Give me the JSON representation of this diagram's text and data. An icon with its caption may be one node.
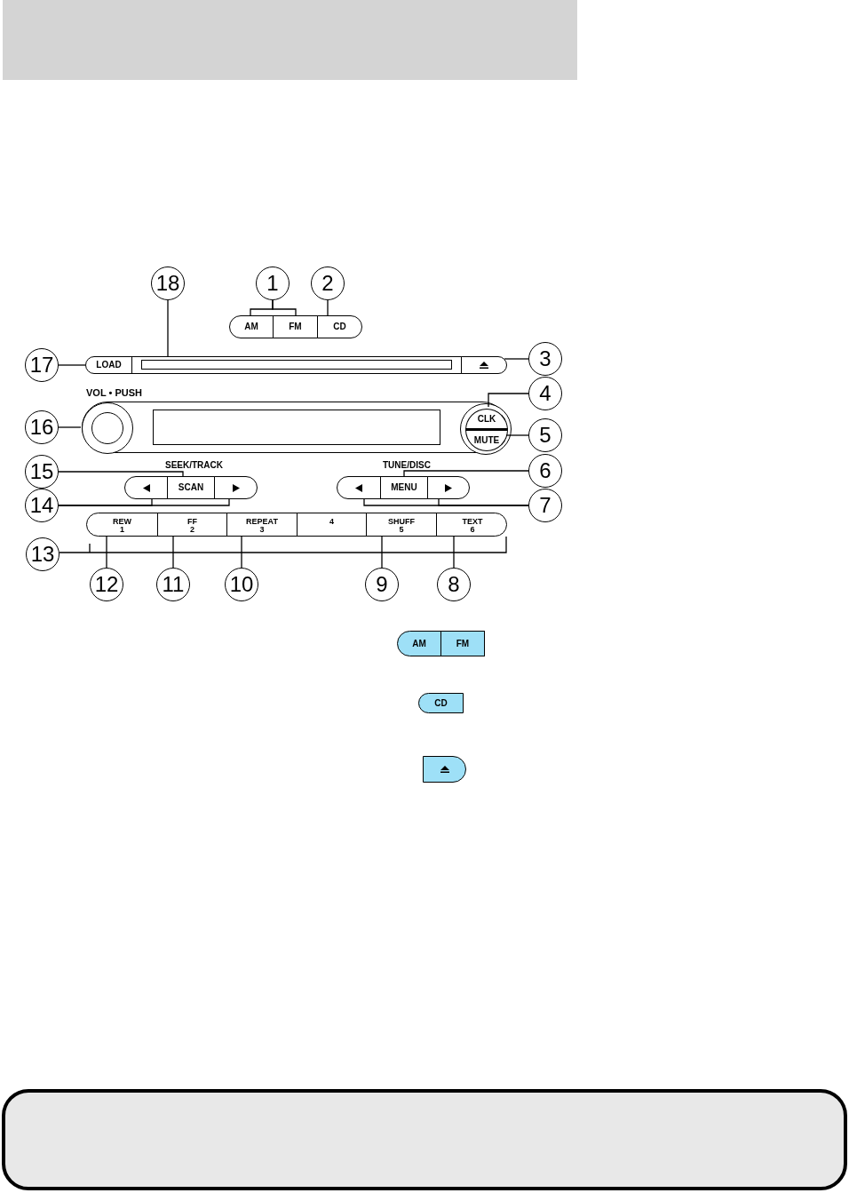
{
  "diagram": {
    "nodes": [
      {
        "text": [
          "18"
        ]
      },
      {
        "text": [
          "1"
        ]
      },
      {
        "text": [
          "2"
        ]
      },
      {
        "text": [
          "17"
        ]
      },
      {
        "text": [
          "3"
        ]
      },
      {
        "text": [
          "4"
        ]
      },
      {
        "text": [
          "16"
        ]
      },
      {
        "text": [
          "5"
        ]
      },
      {
        "text": [
          "15"
        ]
      },
      {
        "text": [
          "6"
        ]
      },
      {
        "text": [
          "14"
        ]
      },
      {
        "text": [
          "7"
        ]
      },
      {
        "text": [
          "13"
        ]
      },
      {
        "text": [
          "12"
        ]
      },
      {
        "text": [
          "11"
        ]
      },
      {
        "text": [
          "10"
        ]
      },
      {
        "text": [
          "9"
        ]
      },
      {
        "text": [
          "8"
        ]
      },
      {
        "text": [
          "AM"
        ]
      },
      {
        "text": [
          "FM"
        ]
      },
      {
        "text": [
          "CD"
        ]
      },
      {
        "text": [
          "LOAD"
        ]
      },
      {
        "text": [],
        "shape": "bar"
      },
      {
        "text": [],
        "shape": "box"
      },
      {
        "text": [],
        "shape": "box"
      },
      {
        "text": [],
        "shape": "circle",
        "beside": [
          "VOL • PUSH"
        ],
        "in": 24
      },
      {
        "text": [],
        "shape": "box",
        "in": 24
      },
      {
        "text": [],
        "shape": "circle",
        "in": 24
      },
      {
        "text": [
          "CLK"
        ],
        "in": 27
      },
      {
        "text": [
          "MUTE"
        ],
        "in": 27
      },
      {
        "text": [],
        "shape": "box"
      },
      {
        "text": [
          "SCAN"
        ]
      },
      {
        "text": [],
        "shape": "box"
      },
      {
        "text": [],
        "shape": "box"
      },
      {
        "text": [
          "MENU"
        ]
      },
      {
        "text": [],
        "shape": "box"
      },
      {
        "text": [],
        "shape": "bar"
      },
      {
        "text": [
          "REW",
          "1"
        ],
        "in": 36
      },
      {
        "text": [
          "FF",
          "2"
        ],
        "in": 36
      },
      {
        "text": [
          "REPEAT",
          "3"
        ],
        "in": 36
      },
      {
        "text": [
          "4"
        ],
        "in": 36
      },
      {
        "text": [
          "SHUFF",
          "5"
        ],
        "in": 36
      },
      {
        "text": [
          "TEXT",
          "6"
        ],
        "in": 36
      },
      {
        "text": [
          "AM"
        ]
      },
      {
        "text": [
          "FM"
        ]
      },
      {
        "text": [
          "CD"
        ]
      },
      {
        "text": [],
        "shape": "box"
      }
    ],
    "edges": [
      {
        "from": 0,
        "to": 22,
        "arrow": "none"
      },
      {
        "from": 1,
        "to": 18,
        "arrow": "none"
      },
      {
        "from": 1,
        "to": 19,
        "arrow": "none"
      },
      {
        "from": 2,
        "to": 20,
        "arrow": "none"
      },
      {
        "from": 3,
        "to": 21,
        "arrow": "none"
      },
      {
        "from": 4,
        "to": 23,
        "arrow": "none"
      },
      {
        "from": 5,
        "to": 28,
        "arrow": "none"
      },
      {
        "from": 6,
        "to": 25,
        "arrow": "none"
      },
      {
        "from": 7,
        "to": 29,
        "arrow": "none"
      },
      {
        "from": 8,
        "to": 31,
        "arrow": "none"
      },
      {
        "from": 9,
        "to": 34,
        "arrow": "none"
      },
      {
        "from": 10,
        "to": 30,
        "arrow": "none"
      },
      {
        "from": 10,
        "to": 32,
        "arrow": "none"
      },
      {
        "from": 11,
        "to": 33,
        "arrow": "none"
      },
      {
        "from": 11,
        "to": 35,
        "arrow": "none"
      },
      {
        "from": 12,
        "to": 36,
        "arrow": "none"
      },
      {
        "from": 13,
        "to": 37,
        "arrow": "none"
      },
      {
        "from": 14,
        "to": 38,
        "arrow": "none"
      },
      {
        "from": 15,
        "to": 39,
        "arrow": "none"
      },
      {
        "from": 16,
        "to": 41,
        "arrow": "none"
      },
      {
        "from": 17,
        "to": 42,
        "arrow": "none"
      }
    ],
    "labels": [
      "SEEK/TRACK",
      "TUNE/DISC"
    ]
  }
}
